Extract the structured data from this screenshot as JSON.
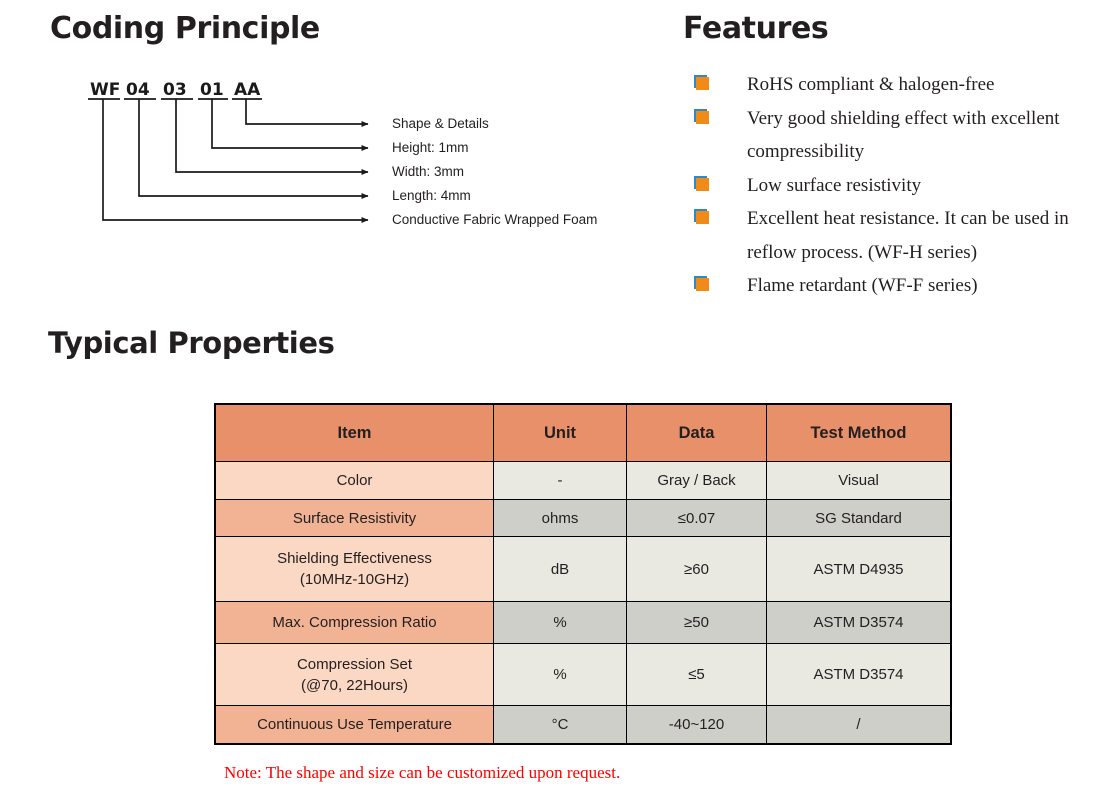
{
  "headings": {
    "coding_principle": "Coding Principle",
    "features": "Features",
    "typical_properties": "Typical Properties"
  },
  "coding": {
    "tokens": [
      "WF",
      "04",
      "03",
      "01",
      "AA"
    ],
    "callouts": [
      "Shape & Details",
      "Height: 1mm",
      "Width: 3mm",
      "Length: 4mm",
      "Conductive Fabric Wrapped Foam"
    ]
  },
  "features": {
    "bullet_icon": "orange-square-bullet-icon",
    "bullet_colors": {
      "orange": "#f18a16",
      "blue": "#2e8ac4"
    },
    "items": [
      "RoHS compliant & halogen-free",
      "Very good shielding effect with excellent compressibility",
      "Low surface resistivity",
      "Excellent heat resistance. It can be used in reflow process. (WF-H series)",
      "Flame retardant (WF-F series)"
    ]
  },
  "table": {
    "colors": {
      "header_bg": "#e89069",
      "row_dark_item_bg": "#f2b395",
      "row_dark_value_bg": "#cfcfc9",
      "row_light_item_bg": "#fbd8c3",
      "row_light_value_bg": "#e9e9e2"
    },
    "headers": [
      "Item",
      "Unit",
      "Data",
      "Test Method"
    ],
    "rows": [
      {
        "item": "Color",
        "unit": "-",
        "data": "Gray / Back",
        "method": "Visual"
      },
      {
        "item": "Surface Resistivity",
        "unit": "ohms",
        "data": "≤0.07",
        "method": "SG Standard"
      },
      {
        "item": "Shielding Effectiveness",
        "item_line2": "(10MHz-10GHz)",
        "unit": "dB",
        "data": "≥60",
        "method": "ASTM D4935"
      },
      {
        "item": "Max. Compression Ratio",
        "unit": "%",
        "data": "≥50",
        "method": "ASTM D3574"
      },
      {
        "item": "Compression Set",
        "item_line2": "(@70, 22Hours)",
        "unit": "%",
        "data": "≤5",
        "method": "ASTM D3574"
      },
      {
        "item": "Continuous Use Temperature",
        "unit": "°C",
        "data": "-40~120",
        "method": "/"
      }
    ]
  },
  "note": {
    "text": "Note: The shape and size can be customized upon request.",
    "color": "#ff0000"
  }
}
